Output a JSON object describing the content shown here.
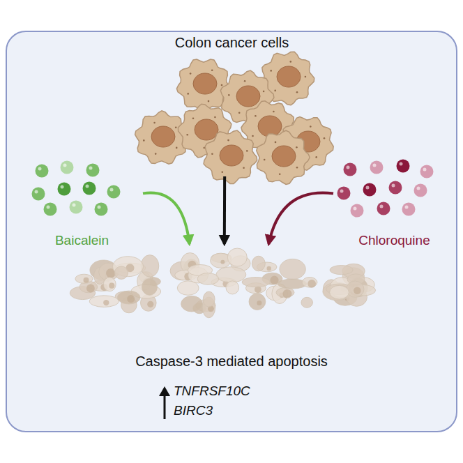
{
  "diagram": {
    "nodes": [
      {
        "text": [
          "Colon cancer cells"
        ]
      },
      {
        "text": [
          "Baicalein"
        ]
      },
      {
        "text": [
          "Chloroquine"
        ]
      },
      {
        "text": [
          "Caspase-3 mediated apoptosis"
        ]
      }
    ],
    "edges": [
      {
        "from": 0,
        "to": 3,
        "arrow": "to"
      },
      {
        "from": 1,
        "to": 3,
        "arrow": "to"
      },
      {
        "from": 2,
        "to": 3,
        "arrow": "to"
      }
    ],
    "labels": [
      "TNFRSF10C",
      "BIRC3"
    ]
  }
}
